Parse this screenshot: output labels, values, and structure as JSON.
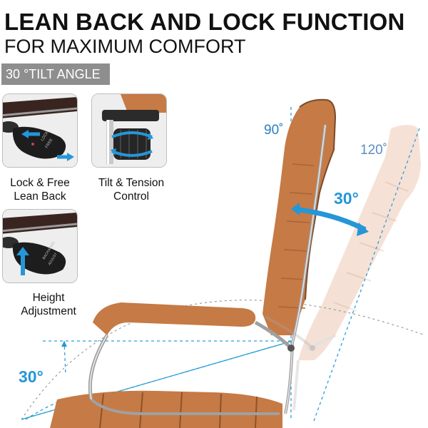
{
  "header": {
    "title": "LEAN BACK AND LOCK FUNCTION",
    "subtitle": "FOR MAXIMUM COMFORT"
  },
  "tilt_tag": "30 °TILT ANGLE",
  "features": [
    {
      "line1": "Lock & Free",
      "line2": "Lean Back",
      "icon": "lock-lever-icon"
    },
    {
      "line1": "Tilt & Tension",
      "line2": "Control",
      "icon": "tension-knob-icon"
    },
    {
      "line1": "Height",
      "line2": "Adjustment",
      "icon": "height-lever-icon"
    }
  ],
  "lever_text": [
    "LOCK",
    "FREE",
    "BACKWARD",
    "ADJUST"
  ],
  "angles": {
    "upright": "90˚",
    "reclined": "120˚",
    "recline_delta": "30°",
    "base_tilt": "30°"
  },
  "colors": {
    "accent_blue": "#2596d8",
    "seat_brown": "#c67a46",
    "chrome": "#9a9a9a",
    "tag_gray": "#8e8e8e",
    "angle_gray": "#2a7ec2"
  }
}
